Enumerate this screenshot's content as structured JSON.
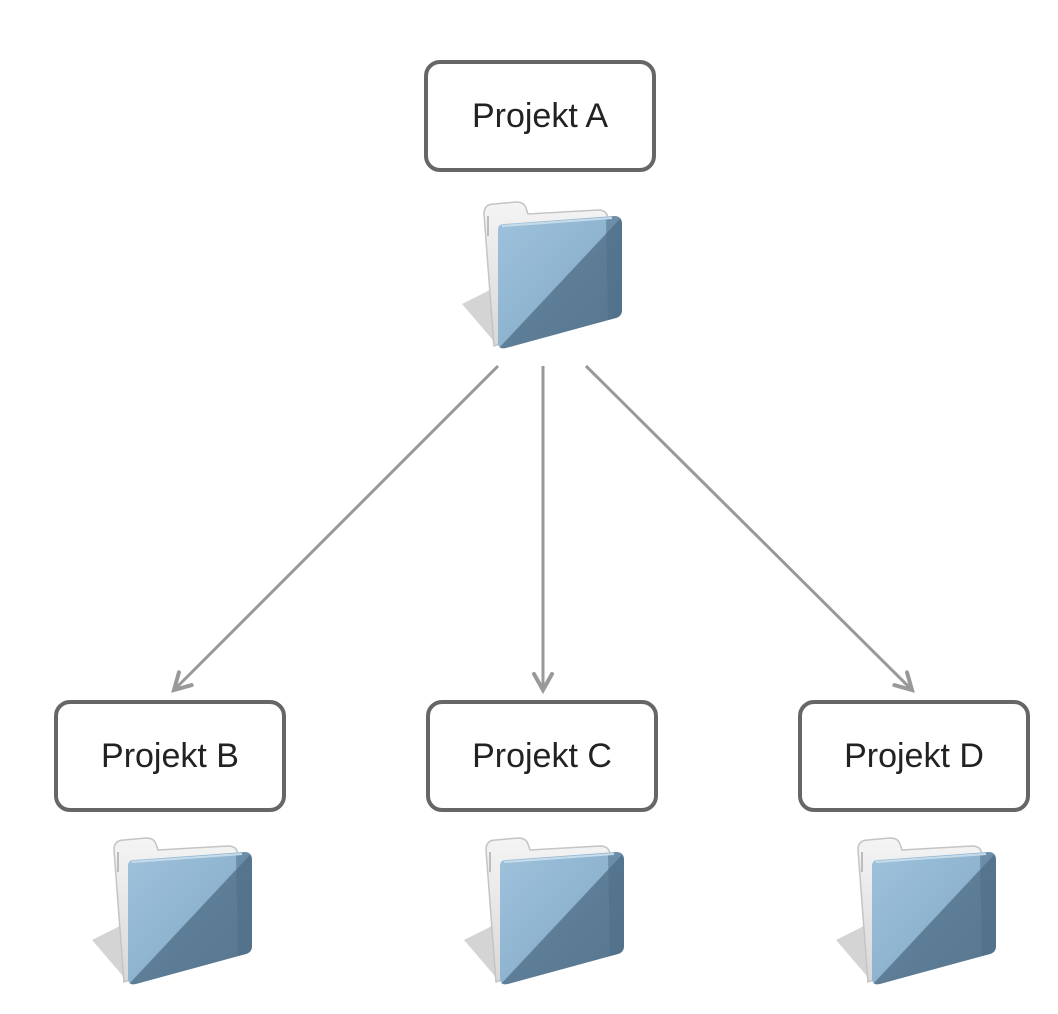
{
  "diagram": {
    "nodes": [
      {
        "id": "a",
        "label": "Projekt A",
        "icon": "folder-icon"
      },
      {
        "id": "b",
        "label": "Projekt B",
        "icon": "folder-icon"
      },
      {
        "id": "c",
        "label": "Projekt C",
        "icon": "folder-icon"
      },
      {
        "id": "d",
        "label": "Projekt D",
        "icon": "folder-icon"
      }
    ],
    "edges": [
      {
        "from": "a",
        "to": "b"
      },
      {
        "from": "a",
        "to": "c"
      },
      {
        "from": "a",
        "to": "d"
      }
    ],
    "colors": {
      "border": "#666666",
      "arrow": "#999999",
      "folder_light": "#94b8d4",
      "folder_dark": "#5f7f99",
      "folder_paper": "#e8e8e8",
      "folder_shadow": "#cfcfcf"
    }
  }
}
